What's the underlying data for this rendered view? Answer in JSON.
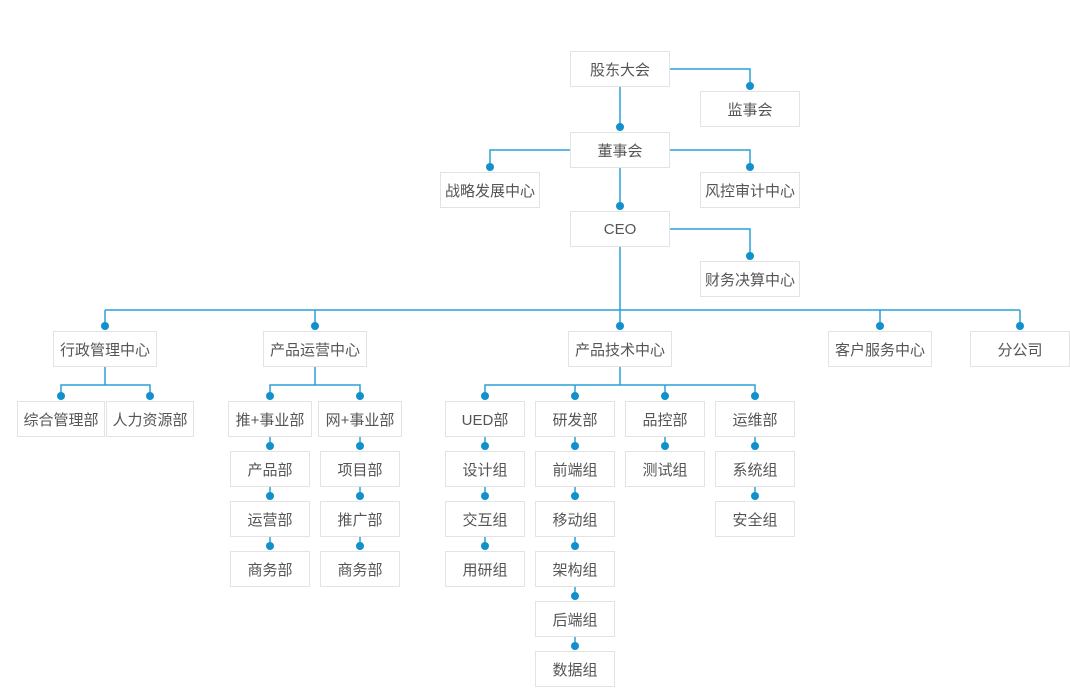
{
  "colors": {
    "line": "#2aa0d8",
    "dot": "#1190cc",
    "border": "#e3e3e3",
    "text": "#555555",
    "bg": "#ffffff"
  },
  "org": {
    "nodes": {
      "shareholders": {
        "label": "股东大会"
      },
      "supervisory": {
        "label": "监事会"
      },
      "board": {
        "label": "董事会"
      },
      "strategy": {
        "label": "战略发展中心"
      },
      "risk": {
        "label": "风控审计中心"
      },
      "ceo": {
        "label": "CEO"
      },
      "finance": {
        "label": "财务决算中心"
      },
      "admin": {
        "label": "行政管理中心"
      },
      "operation": {
        "label": "产品运营中心"
      },
      "tech": {
        "label": "产品技术中心"
      },
      "service": {
        "label": "客户服务中心"
      },
      "branch": {
        "label": "分公司"
      },
      "general": {
        "label": "综合管理部"
      },
      "hr": {
        "label": "人力资源部"
      },
      "tui": {
        "label": "推+事业部"
      },
      "wang": {
        "label": "网+事业部"
      },
      "product": {
        "label": "产品部"
      },
      "yunying": {
        "label": "运营部"
      },
      "biz1": {
        "label": "商务部"
      },
      "project": {
        "label": "项目部"
      },
      "promo": {
        "label": "推广部"
      },
      "biz2": {
        "label": "商务部"
      },
      "ued": {
        "label": "UED部"
      },
      "rd": {
        "label": "研发部"
      },
      "qc": {
        "label": "品控部"
      },
      "ops": {
        "label": "运维部"
      },
      "design": {
        "label": "设计组"
      },
      "interaction": {
        "label": "交互组"
      },
      "research": {
        "label": "用研组"
      },
      "frontend": {
        "label": "前端组"
      },
      "mobile": {
        "label": "移动组"
      },
      "arch": {
        "label": "架构组"
      },
      "backend": {
        "label": "后端组"
      },
      "data_group": {
        "label": "数据组"
      },
      "test": {
        "label": "测试组"
      },
      "system": {
        "label": "系统组"
      },
      "security": {
        "label": "安全组"
      }
    },
    "edges": [
      [
        "shareholders",
        "supervisory"
      ],
      [
        "shareholders",
        "board"
      ],
      [
        "board",
        "strategy"
      ],
      [
        "board",
        "risk"
      ],
      [
        "board",
        "ceo"
      ],
      [
        "ceo",
        "finance"
      ],
      [
        "ceo",
        "admin"
      ],
      [
        "ceo",
        "operation"
      ],
      [
        "ceo",
        "tech"
      ],
      [
        "ceo",
        "service"
      ],
      [
        "ceo",
        "branch"
      ],
      [
        "admin",
        "general"
      ],
      [
        "admin",
        "hr"
      ],
      [
        "operation",
        "tui"
      ],
      [
        "operation",
        "wang"
      ],
      [
        "tui",
        "product"
      ],
      [
        "product",
        "yunying"
      ],
      [
        "yunying",
        "biz1"
      ],
      [
        "wang",
        "project"
      ],
      [
        "project",
        "promo"
      ],
      [
        "promo",
        "biz2"
      ],
      [
        "tech",
        "ued"
      ],
      [
        "tech",
        "rd"
      ],
      [
        "tech",
        "qc"
      ],
      [
        "tech",
        "ops"
      ],
      [
        "ued",
        "design"
      ],
      [
        "design",
        "interaction"
      ],
      [
        "interaction",
        "research"
      ],
      [
        "rd",
        "frontend"
      ],
      [
        "frontend",
        "mobile"
      ],
      [
        "mobile",
        "arch"
      ],
      [
        "arch",
        "backend"
      ],
      [
        "backend",
        "data_group"
      ],
      [
        "qc",
        "test"
      ],
      [
        "ops",
        "system"
      ],
      [
        "system",
        "security"
      ]
    ]
  }
}
